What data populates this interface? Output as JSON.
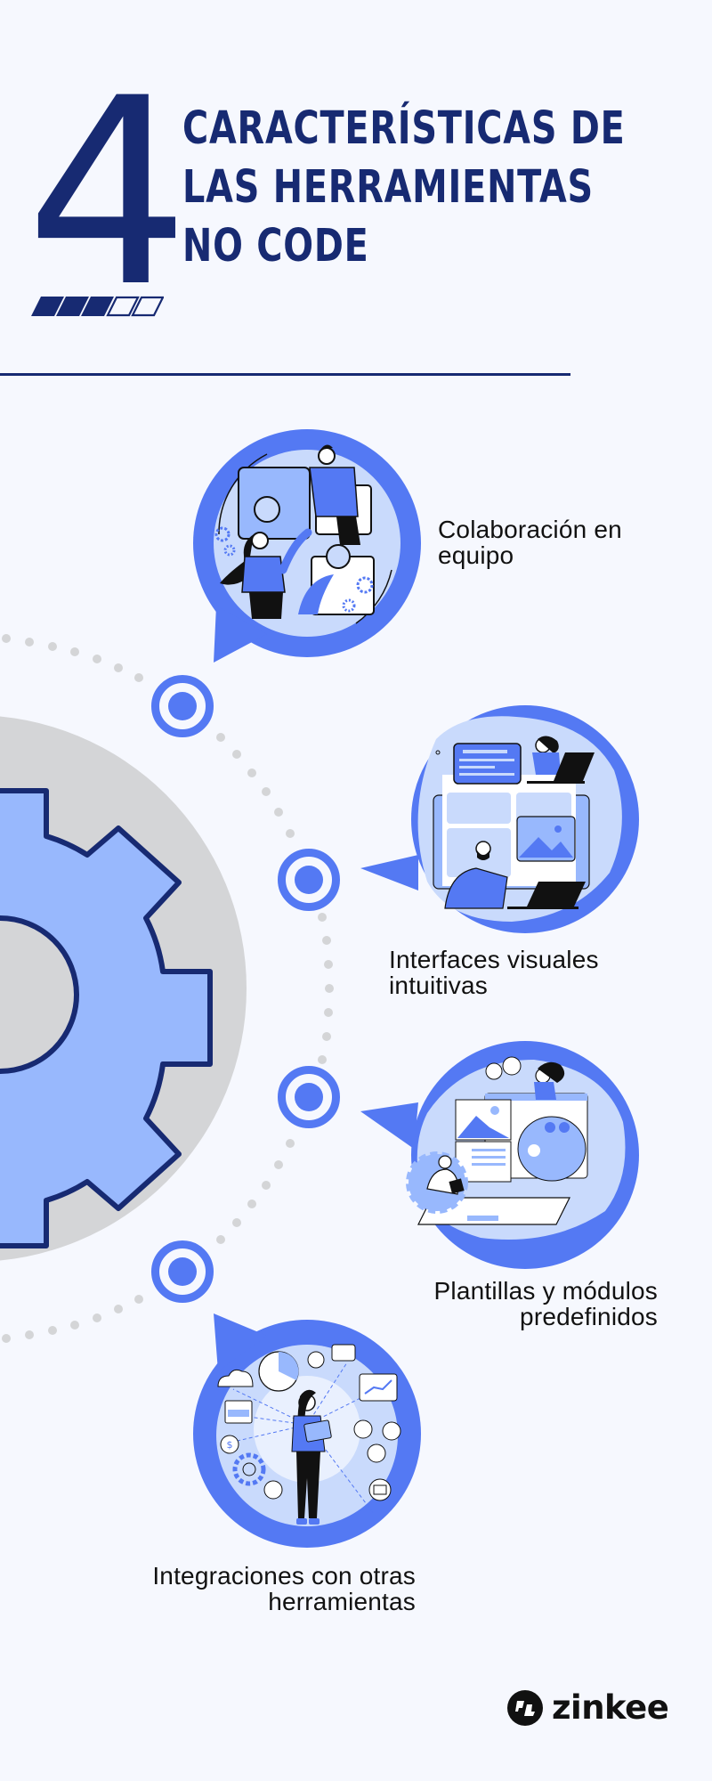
{
  "header": {
    "number": "4",
    "title_lines": [
      "Características de",
      "las herramientas",
      "no code"
    ],
    "progress": {
      "filled": 3,
      "total": 5
    }
  },
  "colors": {
    "navy": "#172a72",
    "accent_blue": "#5479f3",
    "light_blue": "#98b8fd",
    "pale_blue": "#c9dafc",
    "grey": "#d4d5d7",
    "background": "#f6f8fe",
    "text": "#111111"
  },
  "features": [
    {
      "label_lines": [
        "Colaboración en",
        "equipo"
      ],
      "icon": "team-puzzle-icon"
    },
    {
      "label_lines": [
        "Interfaces visuales",
        "intuitivas"
      ],
      "icon": "visual-interface-icon"
    },
    {
      "label_lines": [
        "Plantillas y módulos",
        "predefinidos"
      ],
      "icon": "templates-modules-icon"
    },
    {
      "label_lines": [
        "Integraciones con otras",
        "herramientas"
      ],
      "icon": "integrations-icon"
    }
  ],
  "brand": {
    "name": "zinkee",
    "icon": "zinkee-logo-icon"
  }
}
